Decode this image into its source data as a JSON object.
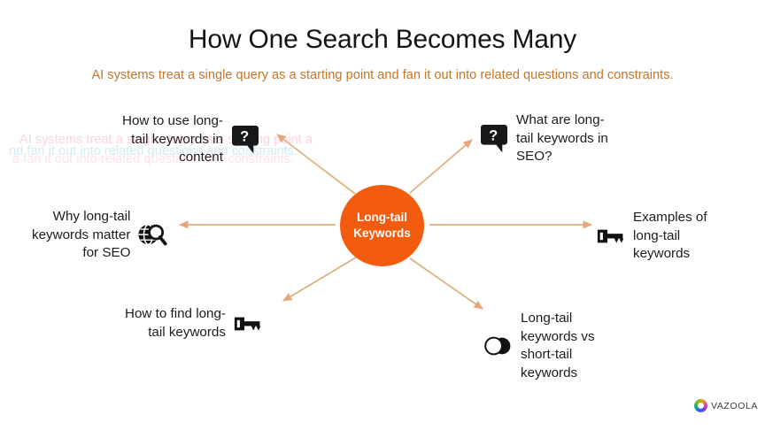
{
  "header": {
    "title": "How One Search Becomes Many",
    "subtitle": "AI systems treat a single query as a starting point and fan it out into related questions and constraints.",
    "title_color": "#151515",
    "subtitle_color": "#c2762c"
  },
  "ghost_artifact": {
    "line_a": "AI systems treat a single query as a starting point a",
    "line_b": "nd fan it out into related questions and constraints.",
    "line_c": "a fan it out into related questions and constraints."
  },
  "center": {
    "line1": "Long-tail",
    "line2": "Keywords",
    "fill_color": "#f35b0e",
    "text_color": "#ffffff"
  },
  "arrow_color": "#dfae79",
  "branches": [
    {
      "id": "top-left",
      "label": "How to use long-\ntail keywords in\ncontent",
      "icon": "question-bubble-icon",
      "direction": "up-left"
    },
    {
      "id": "top-right",
      "label": "What are long-\ntail keywords in\nSEO?",
      "icon": "question-bubble-icon",
      "direction": "up-right"
    },
    {
      "id": "left",
      "label": "Why long-tail\nkeywords matter\nfor SEO",
      "icon": "globe-search-icon",
      "direction": "left"
    },
    {
      "id": "right",
      "label": "Examples of\nlong-tail\nkeywords",
      "icon": "key-icon",
      "direction": "right"
    },
    {
      "id": "bottom-left",
      "label": "How to find long-\ntail keywords",
      "icon": "key-icon",
      "direction": "down-left"
    },
    {
      "id": "bottom-right",
      "label": "Long-tail\nkeywords vs\nshort-tail\nkeywords",
      "icon": "venn-icon",
      "direction": "down-right"
    }
  ],
  "logo": {
    "name": "VAZOOLA"
  }
}
